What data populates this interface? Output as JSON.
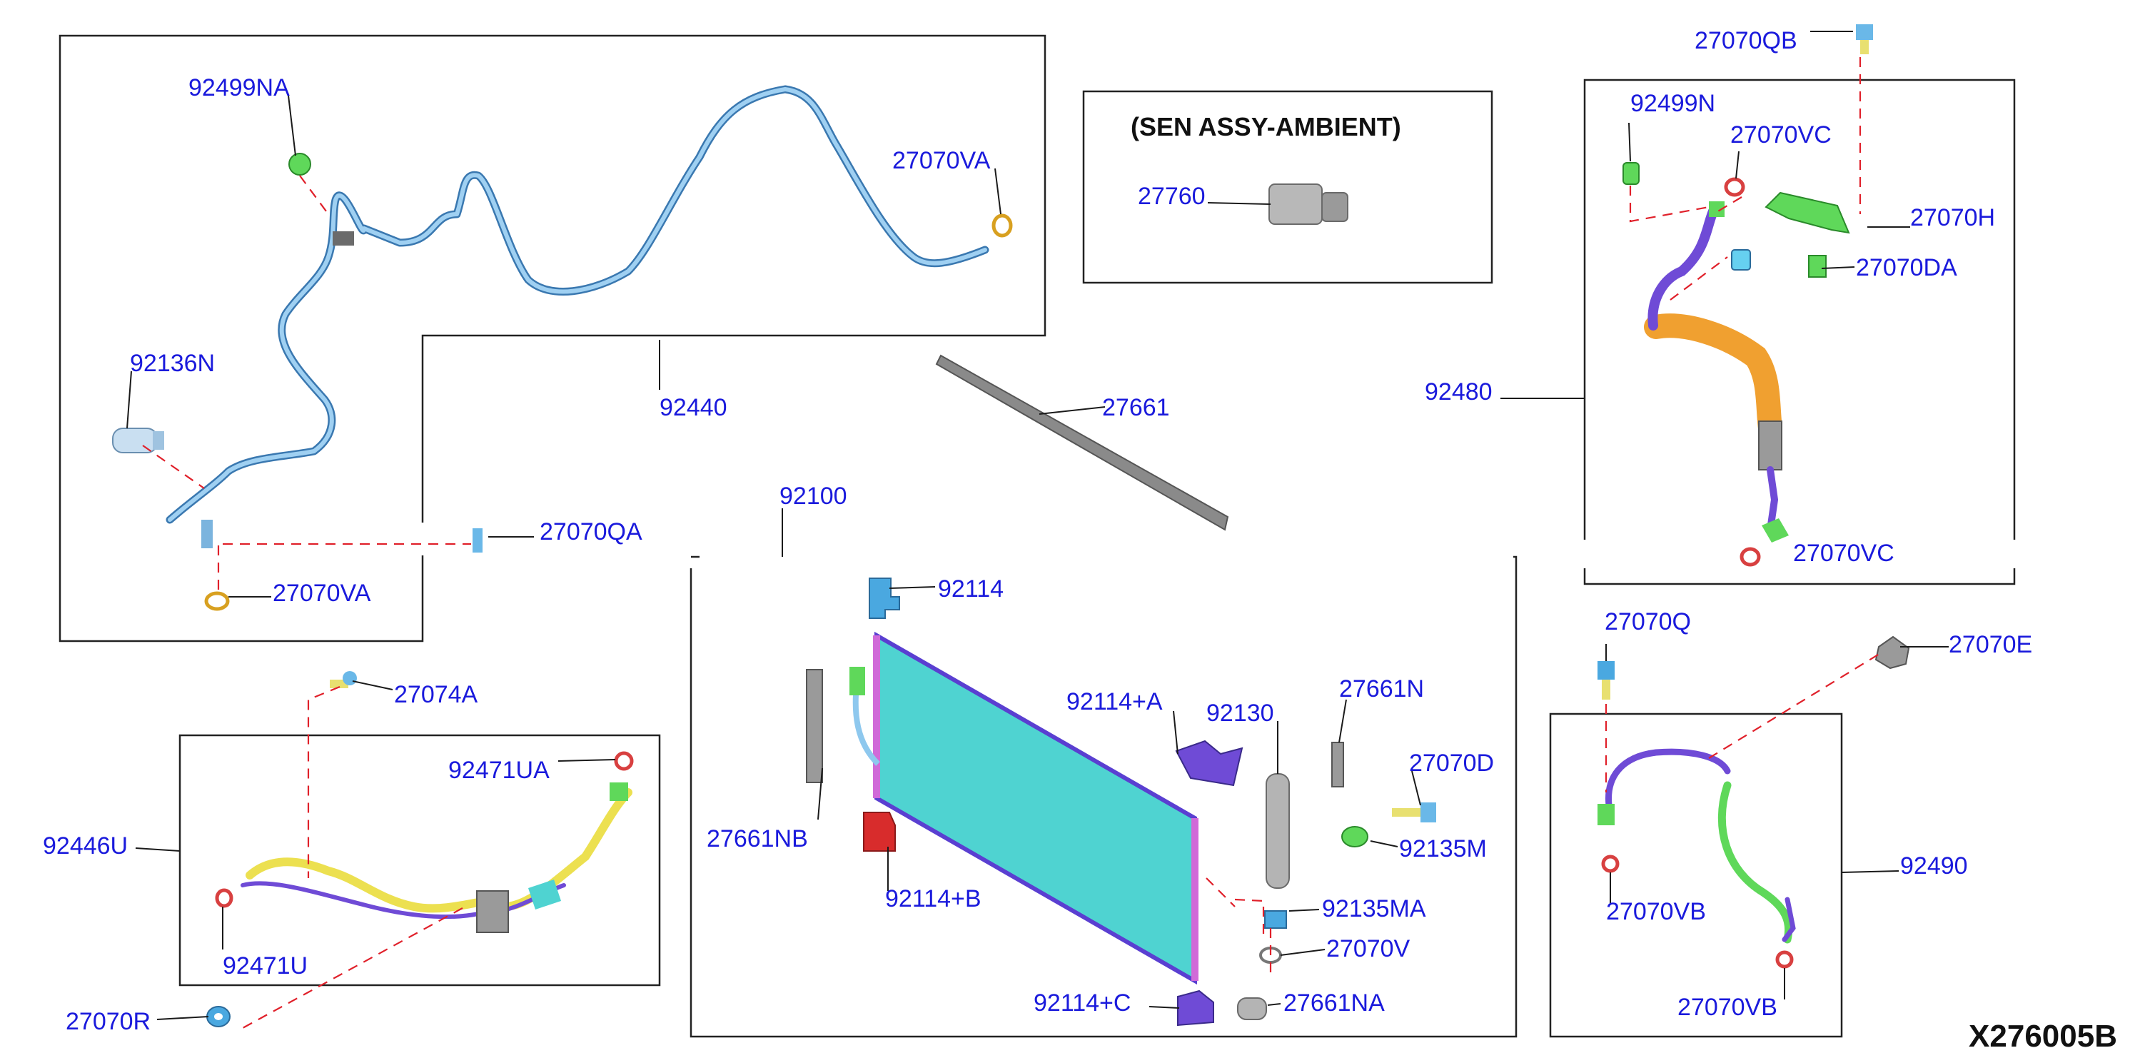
{
  "colors": {
    "label": "#1a1adc",
    "leader": "#1a1a1a",
    "frame": "#222222",
    "dashed": "#e0202a",
    "pipe_light_blue": "#8ec8ee",
    "condenser_core": "#4fd3d1",
    "condenser_edge": "#5a3fd1",
    "seal_ring": "#d84040",
    "clip_green": "#5fd85a",
    "bracket_purple": "#6f4bd6",
    "hose_orange": "#f0a030",
    "bracket_red": "#d82c2c",
    "pipe_yellow": "#ece050"
  },
  "title_box": {
    "heading": "(SEN ASSY-AMBIENT)"
  },
  "diagram_code": "X276005B",
  "callouts": {
    "p92499NA": "92499NA",
    "p27070VA_top": "27070VA",
    "p92136N": "92136N",
    "p92440": "92440",
    "p27070QA": "27070QA",
    "p27070VA_bottom": "27070VA",
    "p27760": "27760",
    "p27661": "27661",
    "p92100": "92100",
    "p92114": "92114",
    "p92114A": "92114+A",
    "p92130": "92130",
    "p27661N": "27661N",
    "p27070D": "27070D",
    "p92135M": "92135M",
    "p27661NB": "27661NB",
    "p92114B": "92114+B",
    "p92135MA": "92135MA",
    "p27070V": "27070V",
    "p92114C": "92114+C",
    "p27661NA": "27661NA",
    "p27074A": "27074A",
    "p92471UA": "92471UA",
    "p92446U": "92446U",
    "p92471U": "92471U",
    "p27070R": "27070R",
    "p27070QB": "27070QB",
    "p92499N": "92499N",
    "p27070VC_top": "27070VC",
    "p27070H": "27070H",
    "p27070DA": "27070DA",
    "p92480": "92480",
    "p27070VC_bottom": "27070VC",
    "p27070Q": "27070Q",
    "p27070E": "27070E",
    "p92490": "92490",
    "p27070VB_left": "27070VB",
    "p27070VB_right": "27070VB"
  }
}
